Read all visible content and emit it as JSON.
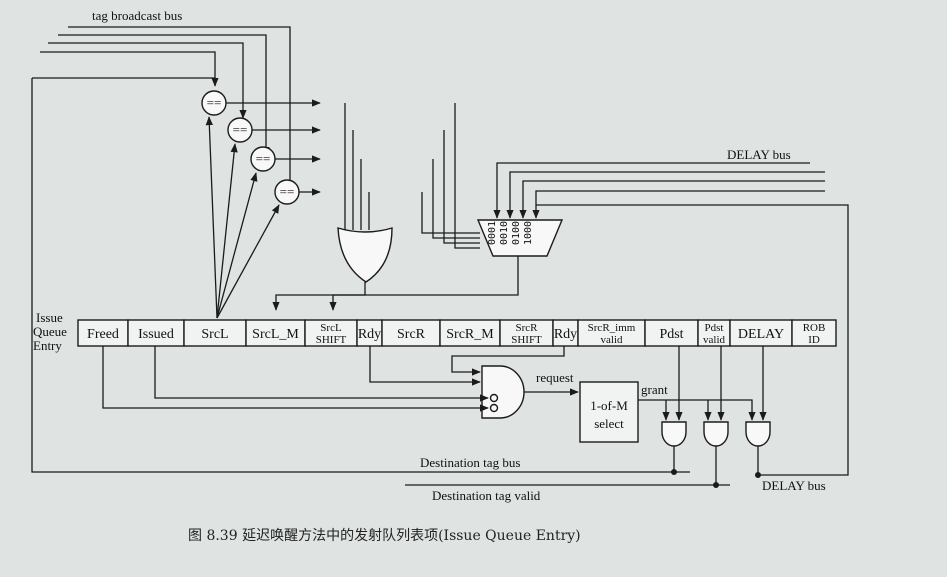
{
  "labels": {
    "tag_broadcast_bus": "tag broadcast bus",
    "delay_bus_top": "DELAY bus",
    "issue_queue_entry_1": "Issue",
    "issue_queue_entry_2": "Queue",
    "issue_queue_entry_3": "Entry",
    "request": "request",
    "grant": "grant",
    "select_1": "1-of-M",
    "select_2": "select",
    "destination_tag_bus": "Destination tag bus",
    "destination_tag_valid": "Destination tag valid",
    "delay_bus_bottom": "DELAY bus",
    "comparator_symbol": "=="
  },
  "mux_inputs": [
    "0001",
    "0010",
    "0100",
    "1000"
  ],
  "fields": [
    {
      "id": "freed",
      "line1": "Freed",
      "line2": ""
    },
    {
      "id": "issued",
      "line1": "Issued",
      "line2": ""
    },
    {
      "id": "srcl",
      "line1": "SrcL",
      "line2": ""
    },
    {
      "id": "srcl-m",
      "line1": "SrcL_M",
      "line2": ""
    },
    {
      "id": "srcl-shift",
      "line1": "SrcL",
      "line2": "SHIFT"
    },
    {
      "id": "rdy-l",
      "line1": "Rdy",
      "line2": ""
    },
    {
      "id": "srcr",
      "line1": "SrcR",
      "line2": ""
    },
    {
      "id": "srcr-m",
      "line1": "SrcR_M",
      "line2": ""
    },
    {
      "id": "srcr-shift",
      "line1": "SrcR",
      "line2": "SHIFT"
    },
    {
      "id": "rdy-r",
      "line1": "Rdy",
      "line2": ""
    },
    {
      "id": "srcr-imm-valid",
      "line1": "SrcR_imm",
      "line2": "valid"
    },
    {
      "id": "pdst",
      "line1": "Pdst",
      "line2": ""
    },
    {
      "id": "pdst-valid",
      "line1": "Pdst",
      "line2": "valid"
    },
    {
      "id": "delay",
      "line1": "DELAY",
      "line2": ""
    },
    {
      "id": "rob-id",
      "line1": "ROB",
      "line2": "ID"
    }
  ],
  "caption": "图 8.39   延迟唤醒方法中的发射队列表项(Issue Queue Entry)"
}
